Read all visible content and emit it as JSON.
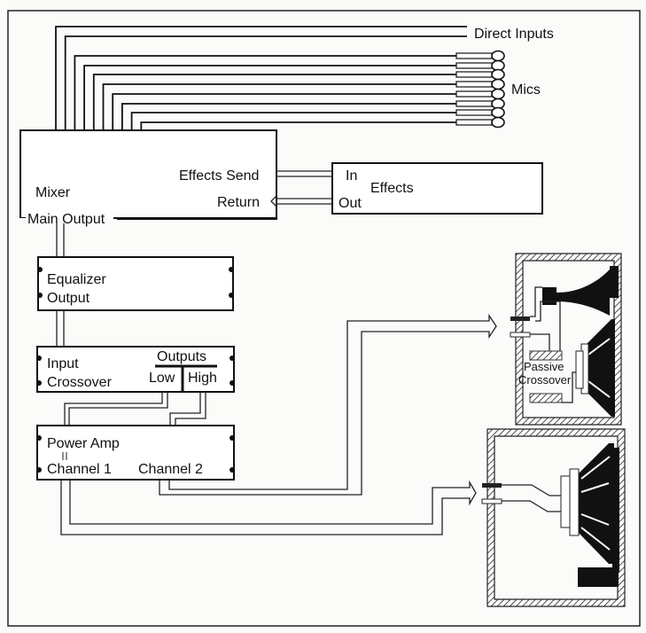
{
  "diagram": {
    "type": "sound-system-signal-flow",
    "inputs": {
      "direct_inputs_label": "Direct Inputs",
      "direct_input_count": 2,
      "mics_label": "Mics",
      "mic_count": 8
    },
    "mixer": {
      "title": "Mixer",
      "effects_send_label": "Effects Send",
      "return_label": "Return",
      "main_output_label": "Main Output",
      "input_count": 10
    },
    "effects": {
      "title": "Effects",
      "in_label": "In",
      "out_label": "Out"
    },
    "equalizer": {
      "title": "Equalizer",
      "output_label": "Output"
    },
    "crossover": {
      "input_label": "Input",
      "title": "Crossover",
      "outputs_label": "Outputs",
      "low_label": "Low",
      "high_label": "High"
    },
    "power_amp": {
      "title": "Power Amp",
      "channel1_label": "Channel 1",
      "channel2_label": "Channel 2"
    },
    "speakers": {
      "top_cabinet": {
        "passive_crossover_label_line1": "Passive",
        "passive_crossover_label_line2": "Crossover",
        "drivers": [
          "horn",
          "woofer"
        ]
      },
      "bottom_cabinet": {
        "drivers": [
          "woofer"
        ]
      }
    },
    "connections": [
      {
        "from": "Direct Inputs",
        "to": "Mixer"
      },
      {
        "from": "Mics",
        "to": "Mixer"
      },
      {
        "from": "Mixer Effects Send",
        "to": "Effects In"
      },
      {
        "from": "Effects Out",
        "to": "Mixer Return"
      },
      {
        "from": "Mixer Main Output",
        "to": "Equalizer"
      },
      {
        "from": "Equalizer Output",
        "to": "Crossover Input"
      },
      {
        "from": "Crossover Low",
        "to": "Power Amp Channel 1"
      },
      {
        "from": "Crossover High",
        "to": "Power Amp Channel 2"
      },
      {
        "from": "Power Amp Channel 2",
        "to": "Top cabinet (Passive Crossover)"
      },
      {
        "from": "Power Amp Channel 1",
        "to": "Bottom cabinet (Subwoofer)"
      }
    ]
  }
}
